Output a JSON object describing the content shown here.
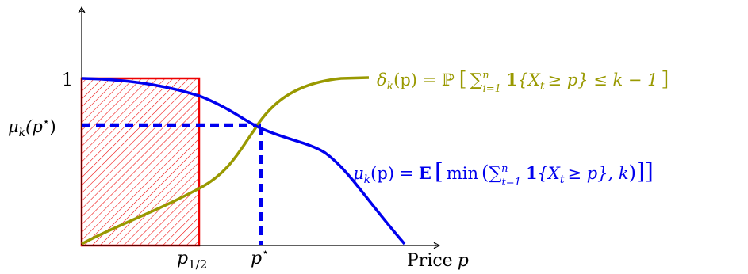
{
  "labels": {
    "y_tick_one": "1",
    "y_tick_mu": "μ",
    "y_tick_mu_sub": "k",
    "y_tick_mu_arg": "(p",
    "y_tick_mu_star": "⋆",
    "y_tick_mu_close": ")",
    "x_tick_p_half": "p",
    "x_tick_p_half_sub": "1/2",
    "x_tick_p_star": "p",
    "x_tick_p_star_sup": "⋆",
    "x_axis_label_word": "Price",
    "x_axis_label_var": "p"
  },
  "formulas": {
    "delta": {
      "lhs": "δ",
      "lhs_sub": "k",
      "lhs_arg": "(p) = ℙ",
      "open": "[",
      "sum": "∑",
      "sum_sub": "i=1",
      "sum_sup": "n",
      "indicator": "1",
      "condition": "{X",
      "cond_sub": "t",
      "cond_rest": "≥ p} ≤ k − 1",
      "close": "]"
    },
    "mu": {
      "lhs": "μ",
      "lhs_sub": "k",
      "lhs_arg": "(p) = ",
      "expect": "E",
      "open": "[",
      "min": "min",
      "paren_open": "(",
      "sum": "∑",
      "sum_sub": "t=1",
      "sum_sup": "n",
      "indicator": "1",
      "condition": "{X",
      "cond_sub": "t",
      "cond_rest": "≥ p}, k",
      "paren_close": ")",
      "close": "]]"
    }
  },
  "colors": {
    "axis": "#000000",
    "mu_curve": "#0000ee",
    "delta_curve": "#999900",
    "hatch_region": "#ee0000",
    "delta_label": "#999900",
    "mu_label": "#0000ee"
  }
}
